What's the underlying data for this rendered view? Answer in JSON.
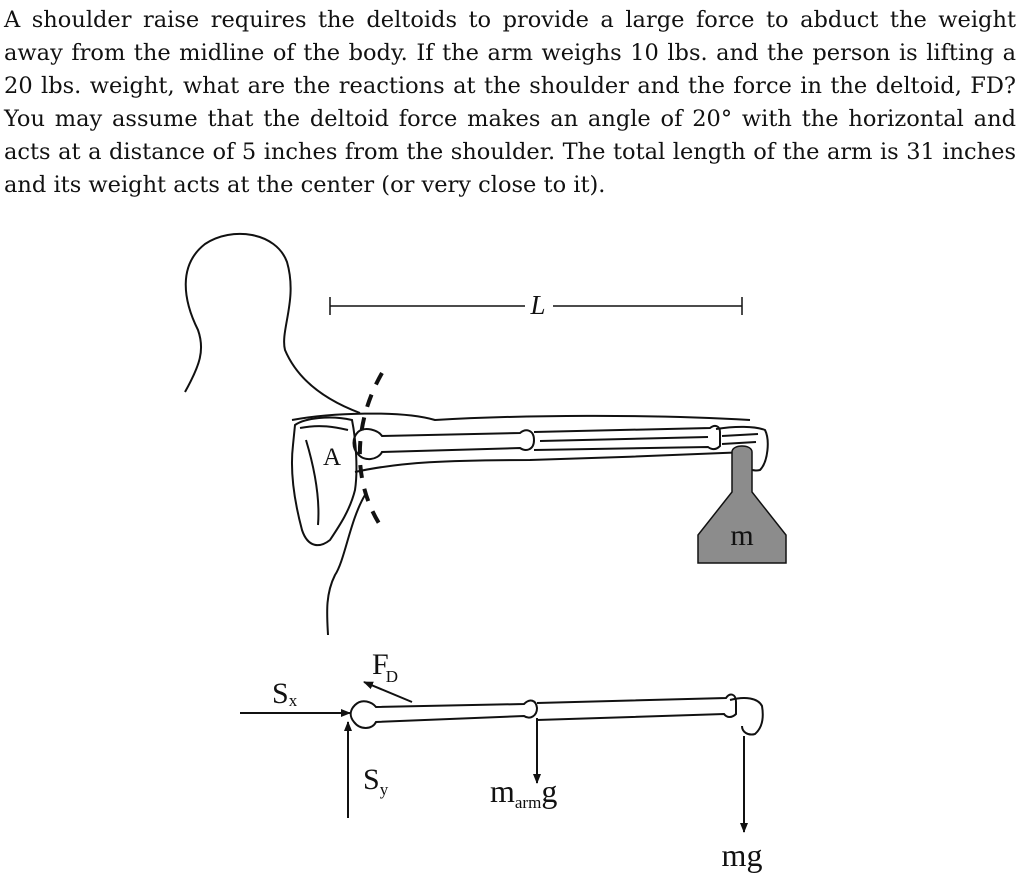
{
  "problem": {
    "lines": [
      "A shoulder raise requires the deltoids to provide a large force to abduct the weight",
      "away from the midline of the body. If the arm weighs 10 lbs. and the person is lifting a",
      "20 lbs. weight, what are the reactions at the shoulder and the force in the deltoid, FD?",
      "You may assume that the deltoid force makes an angle of 20° with the horizontal and",
      "acts at a distance of 5 inches from the shoulder. The total length of the arm is 31 inches",
      "and its weight acts at the center (or very close to it)."
    ]
  },
  "diagram": {
    "length_label": "L",
    "joint_label": "A",
    "weight_label": "m",
    "weight_color": "#8c8c8c",
    "sx": {
      "main": "S",
      "sub": "x"
    },
    "sy": {
      "main": "S",
      "sub": "y"
    },
    "fd": {
      "main": "F",
      "sub": "D"
    },
    "marm": {
      "main": "m",
      "sub": "arm",
      "tail": "g"
    },
    "mg": "mg"
  }
}
